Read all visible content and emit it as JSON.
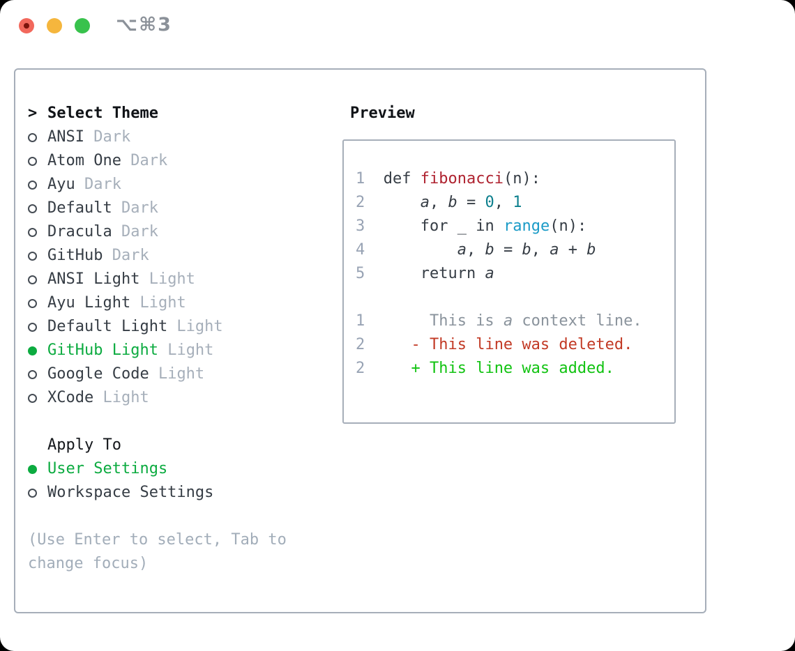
{
  "window": {
    "title": "⌥⌘3",
    "traffic_lights": {
      "close": "#f2685c",
      "close_inner_dot": "#7c130b",
      "minimize": "#f5b63d",
      "zoom": "#38c24c"
    },
    "title_color": "#8b9199"
  },
  "theme_panel": {
    "prompt": ">",
    "header": "Select Theme",
    "items": [
      {
        "name": "ANSI",
        "variant": "Dark",
        "selected": false
      },
      {
        "name": "Atom One",
        "variant": "Dark",
        "selected": false
      },
      {
        "name": "Ayu",
        "variant": "Dark",
        "selected": false
      },
      {
        "name": "Default",
        "variant": "Dark",
        "selected": false
      },
      {
        "name": "Dracula",
        "variant": "Dark",
        "selected": false
      },
      {
        "name": "GitHub",
        "variant": "Dark",
        "selected": false
      },
      {
        "name": "ANSI Light",
        "variant": "Light",
        "selected": false
      },
      {
        "name": "Ayu Light",
        "variant": "Light",
        "selected": false
      },
      {
        "name": "Default Light",
        "variant": "Light",
        "selected": false
      },
      {
        "name": "GitHub Light",
        "variant": "Light",
        "selected": true
      },
      {
        "name": "Google Code",
        "variant": "Light",
        "selected": false
      },
      {
        "name": "XCode",
        "variant": "Light",
        "selected": false
      }
    ],
    "selected_color": "#0cab40",
    "apply_header": "Apply To",
    "apply_options": [
      {
        "label": "User Settings",
        "selected": true
      },
      {
        "label": "Workspace Settings",
        "selected": false
      }
    ],
    "help_text": "(Use Enter to select, Tab to change focus)"
  },
  "preview": {
    "header": "Preview",
    "colors": {
      "ln": "#98a3b4",
      "pl": "#363d45",
      "kw": "#363d45",
      "fn": "#af2330",
      "bi": "#1b9bc7",
      "nu": "#0c7f8d",
      "va": "#363d45",
      "ctx": "#8a939c",
      "ctx_i": "#8a939c",
      "del": "#c23a25",
      "add": "#12c312"
    },
    "lines": [
      {
        "segments": [
          {
            "t": "1",
            "c": "ln"
          },
          {
            "t": "  ",
            "c": "pl"
          },
          {
            "t": "def",
            "c": "kw"
          },
          {
            "t": " ",
            "c": "pl"
          },
          {
            "t": "fibonacci",
            "c": "fn"
          },
          {
            "t": "(n):",
            "c": "pl"
          }
        ]
      },
      {
        "segments": [
          {
            "t": "2",
            "c": "ln"
          },
          {
            "t": "      ",
            "c": "pl"
          },
          {
            "t": "a",
            "c": "va"
          },
          {
            "t": ", ",
            "c": "pl"
          },
          {
            "t": "b",
            "c": "va"
          },
          {
            "t": " = ",
            "c": "pl"
          },
          {
            "t": "0",
            "c": "nu"
          },
          {
            "t": ", ",
            "c": "pl"
          },
          {
            "t": "1",
            "c": "nu"
          }
        ]
      },
      {
        "segments": [
          {
            "t": "3",
            "c": "ln"
          },
          {
            "t": "      ",
            "c": "pl"
          },
          {
            "t": "for",
            "c": "kw"
          },
          {
            "t": " _ ",
            "c": "pl"
          },
          {
            "t": "in",
            "c": "kw"
          },
          {
            "t": " ",
            "c": "pl"
          },
          {
            "t": "range",
            "c": "bi"
          },
          {
            "t": "(n):",
            "c": "pl"
          }
        ]
      },
      {
        "segments": [
          {
            "t": "4",
            "c": "ln"
          },
          {
            "t": "          ",
            "c": "pl"
          },
          {
            "t": "a",
            "c": "va"
          },
          {
            "t": ", ",
            "c": "pl"
          },
          {
            "t": "b",
            "c": "va"
          },
          {
            "t": " = ",
            "c": "pl"
          },
          {
            "t": "b",
            "c": "va"
          },
          {
            "t": ", ",
            "c": "pl"
          },
          {
            "t": "a",
            "c": "va"
          },
          {
            "t": " + ",
            "c": "pl"
          },
          {
            "t": "b",
            "c": "va"
          }
        ]
      },
      {
        "segments": [
          {
            "t": "5",
            "c": "ln"
          },
          {
            "t": "      ",
            "c": "pl"
          },
          {
            "t": "return",
            "c": "kw"
          },
          {
            "t": " ",
            "c": "pl"
          },
          {
            "t": "a",
            "c": "va"
          }
        ]
      },
      {
        "segments": []
      },
      {
        "segments": [
          {
            "t": "1",
            "c": "ln"
          },
          {
            "t": "       This is ",
            "c": "ctx"
          },
          {
            "t": "a",
            "c": "ctx_i"
          },
          {
            "t": " context line.",
            "c": "ctx"
          }
        ]
      },
      {
        "segments": [
          {
            "t": "2",
            "c": "ln"
          },
          {
            "t": "     ",
            "c": "pl"
          },
          {
            "t": "- This line was deleted.",
            "c": "del"
          }
        ]
      },
      {
        "segments": [
          {
            "t": "2",
            "c": "ln"
          },
          {
            "t": "     ",
            "c": "pl"
          },
          {
            "t": "+ This line was added.",
            "c": "add"
          }
        ]
      }
    ]
  }
}
